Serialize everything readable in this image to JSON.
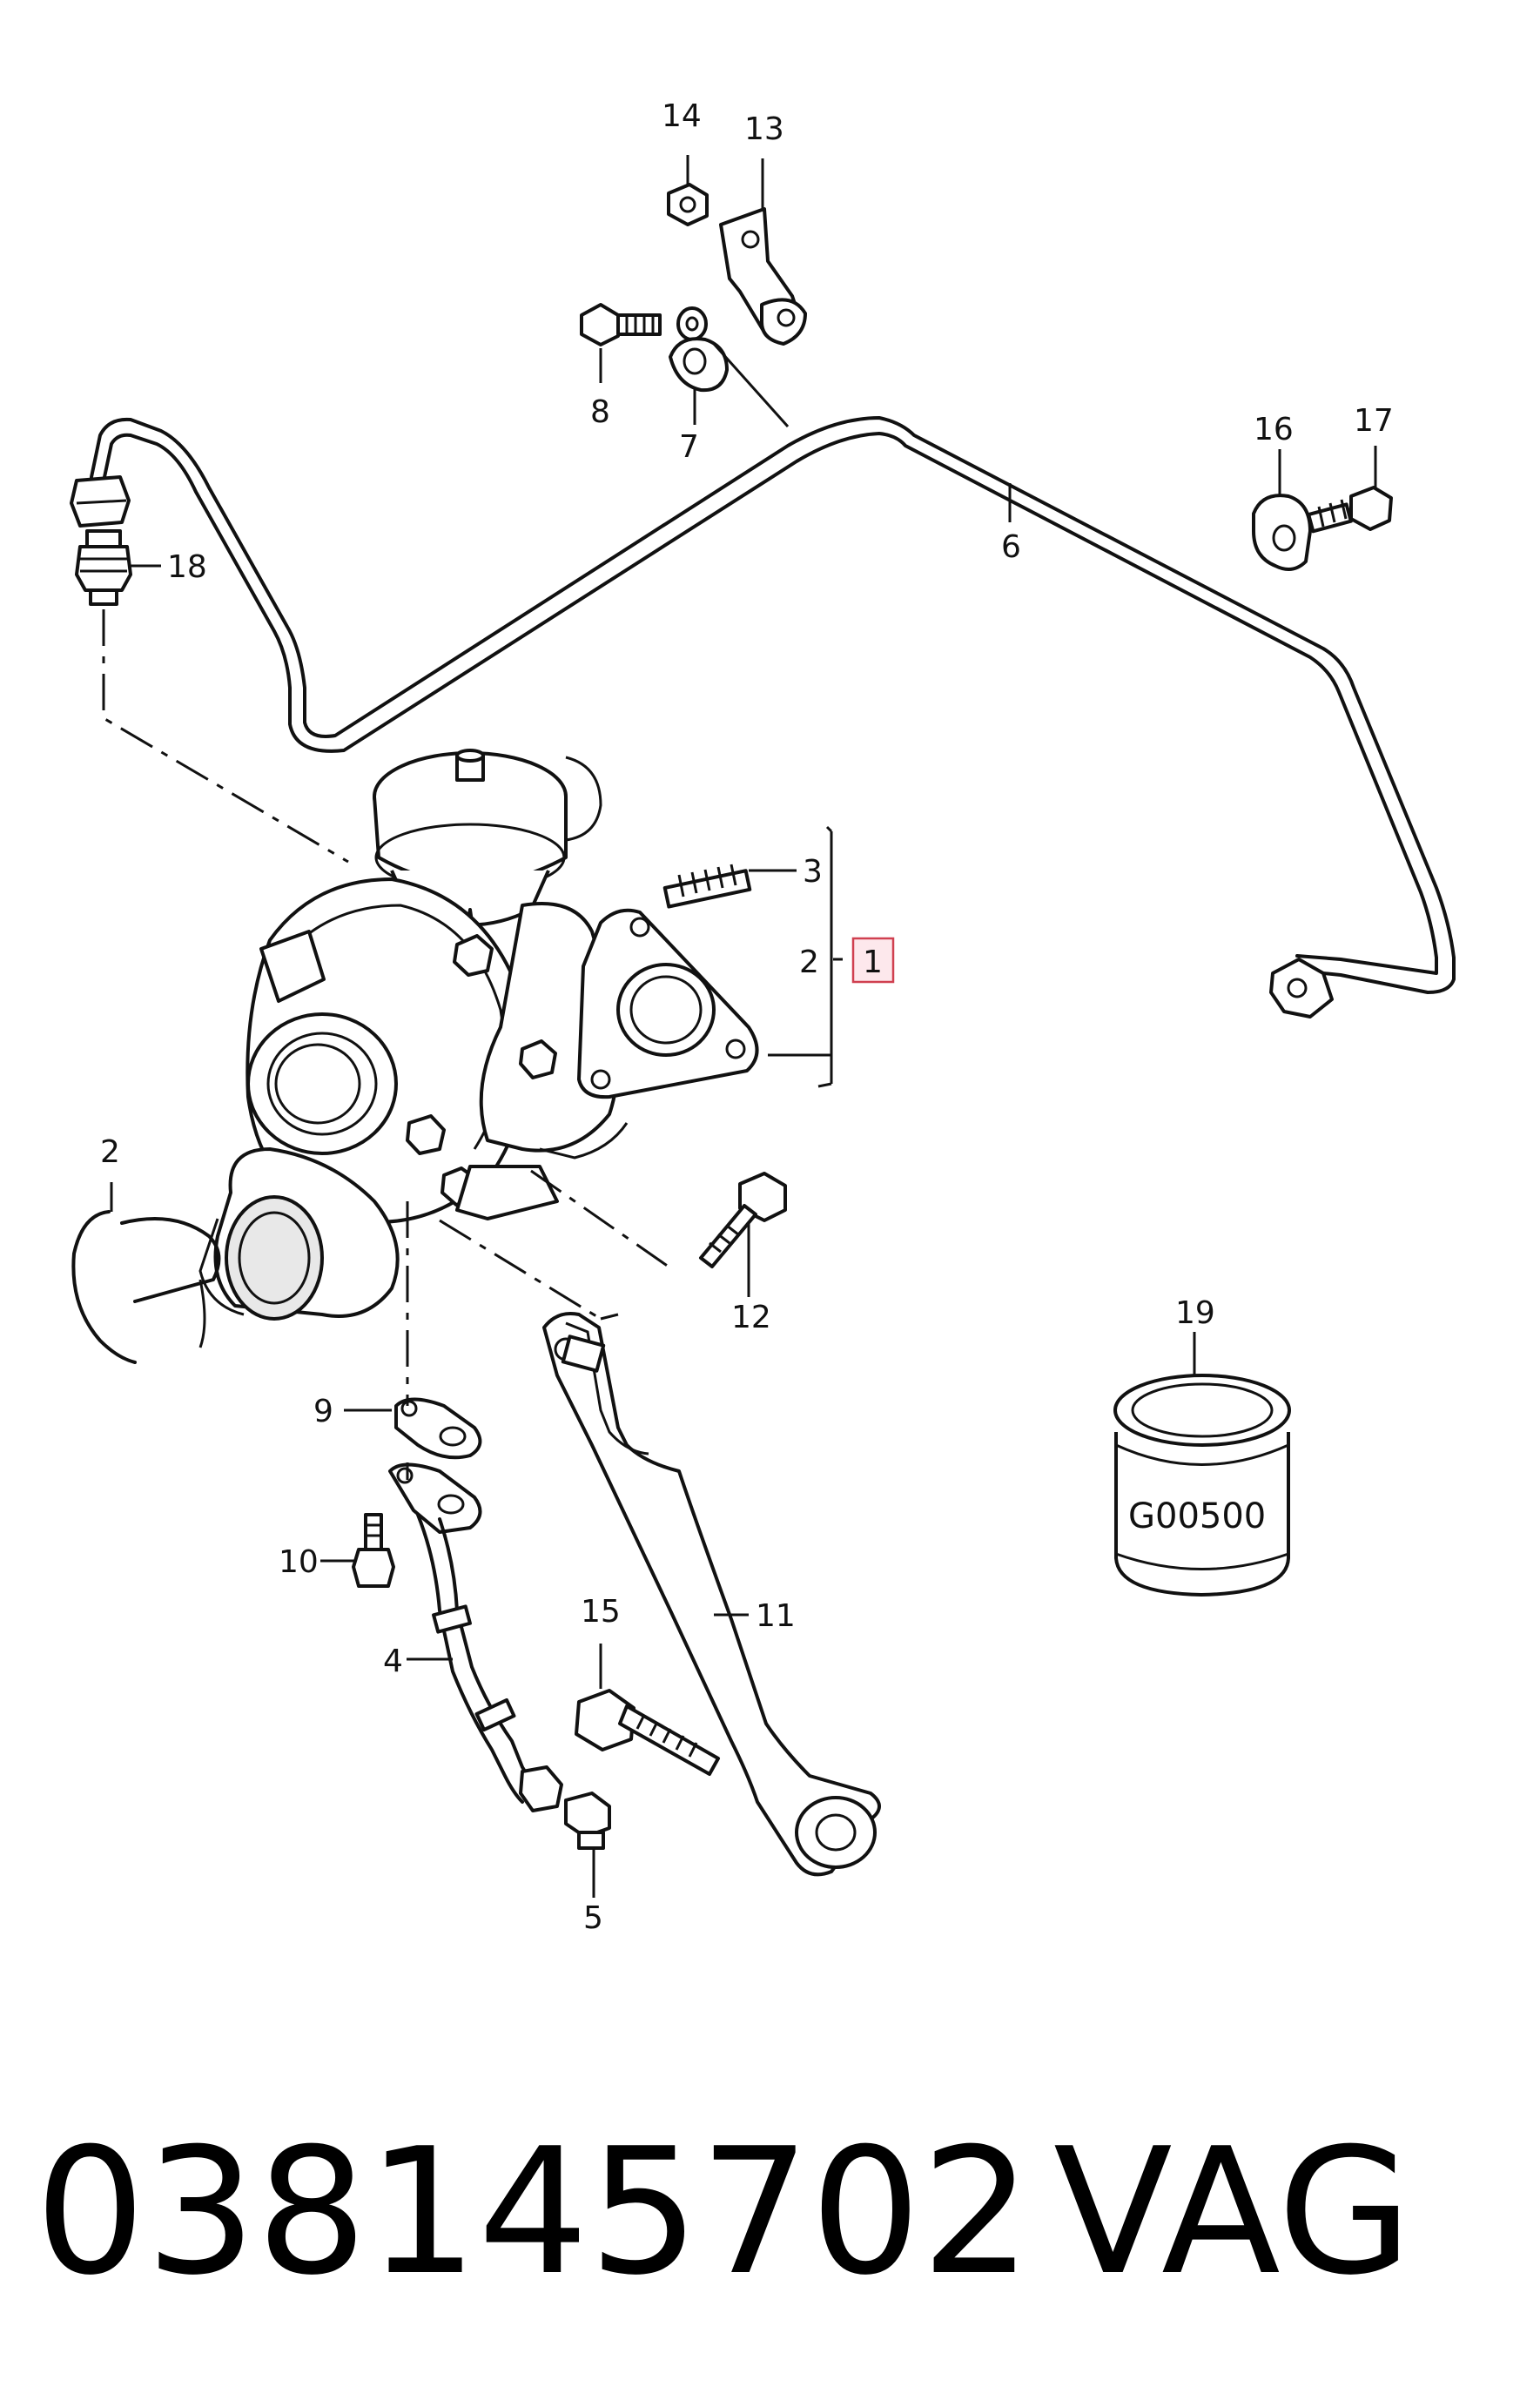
{
  "callouts": {
    "c1": "1",
    "c2a": "2",
    "c2b": "2",
    "c3": "3",
    "c4": "4",
    "c5": "5",
    "c6": "6",
    "c7": "7",
    "c8": "8",
    "c9": "9",
    "c10": "10",
    "c11": "11",
    "c12": "12",
    "c13": "13",
    "c14": "14",
    "c15": "15",
    "c16": "16",
    "c17": "17",
    "c18": "18",
    "c19": "19"
  },
  "can_label": "G00500",
  "caption": {
    "part_number": "038145702",
    "brand": "VAG"
  },
  "colors": {
    "ink": "#111111",
    "highlight_border": "#d04050",
    "highlight_fill": "#fde8ec"
  }
}
